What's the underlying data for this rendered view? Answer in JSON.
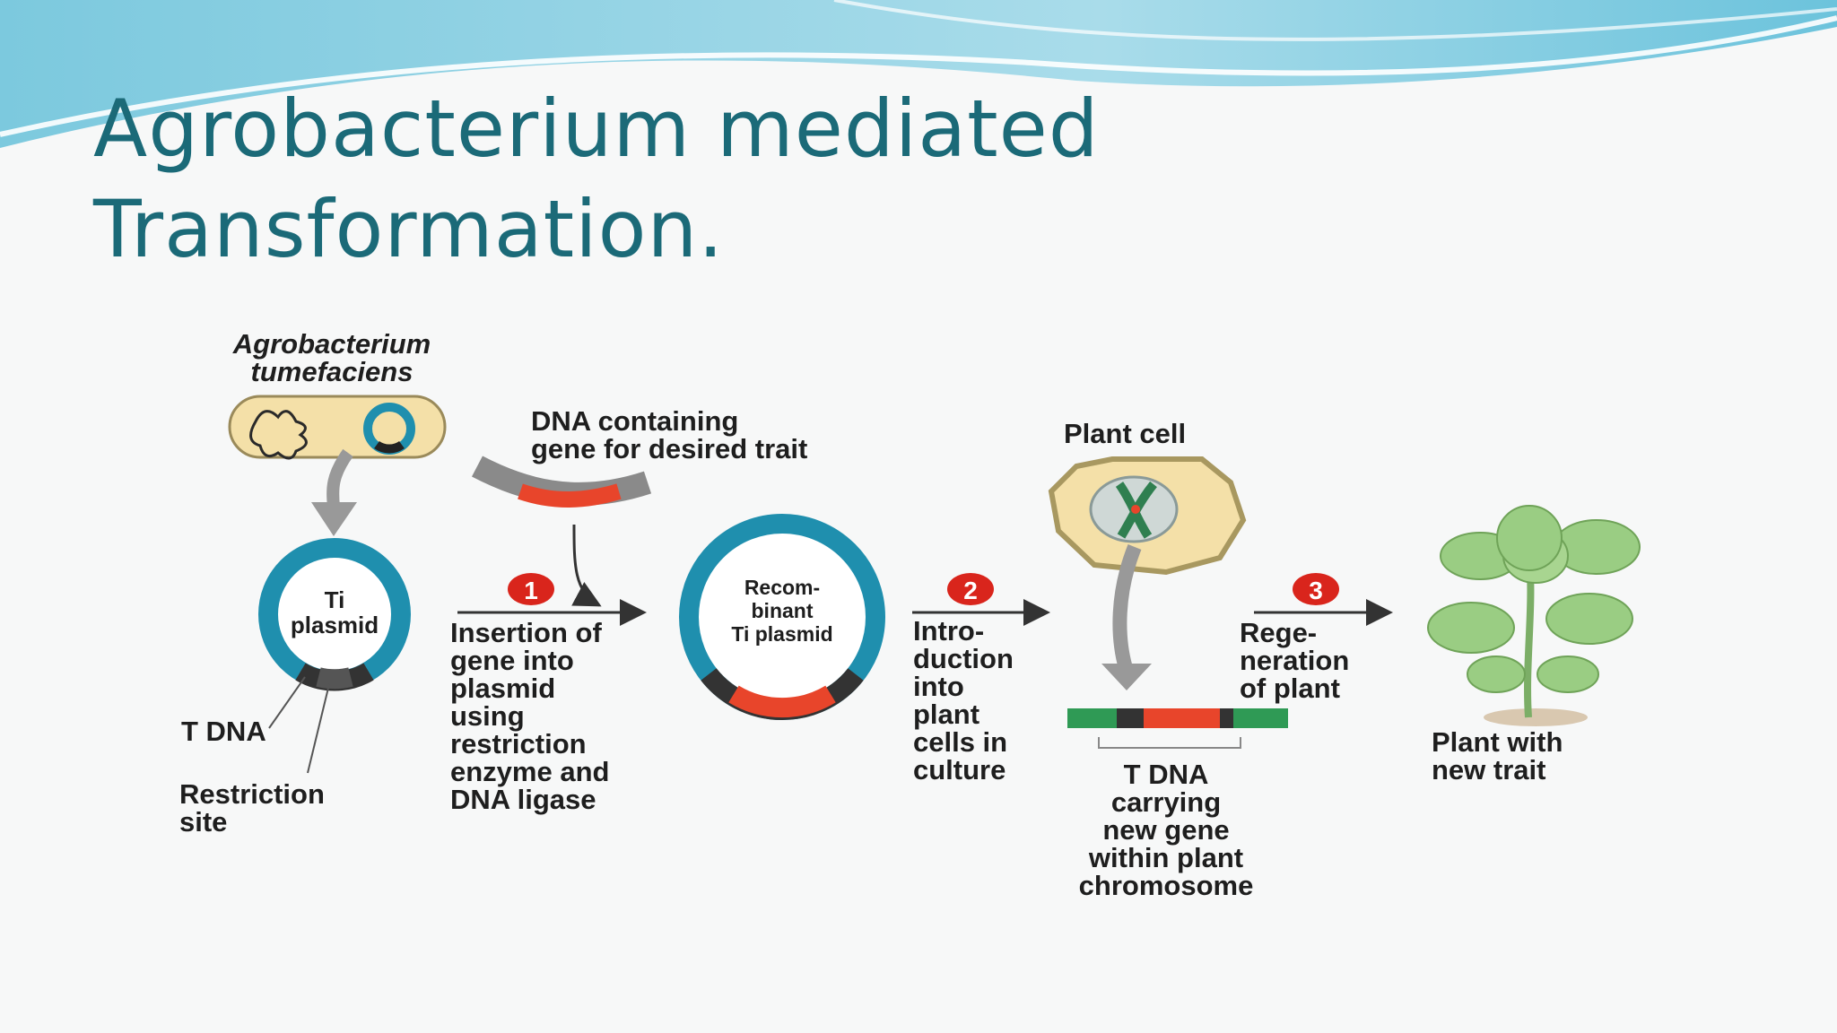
{
  "slide": {
    "title_line1": "Agrobacterium mediated",
    "title_line2": "Transformation."
  },
  "diagram": {
    "organism_label": "Agrobacterium\ntumefaciens",
    "dna_label": "DNA containing\ngene for desired trait",
    "ti_plasmid_label": "Ti\nplasmid",
    "t_dna_label": "T DNA",
    "restriction_site_label": "Restriction\nsite",
    "recombinant_label": "Recom-\nbinant\nTi plasmid",
    "plant_cell_label": "Plant cell",
    "steps": [
      {
        "number": "1",
        "text": "Insertion of\ngene into\nplasmid\nusing\nrestriction\nenzyme and\nDNA ligase"
      },
      {
        "number": "2",
        "text": "Intro-\nduction\ninto\nplant\ncells in\nculture"
      },
      {
        "number": "3",
        "text": "Rege-\nneration\nof plant"
      }
    ],
    "t_dna_result_label": "T DNA\ncarrying\nnew gene\nwithin plant\nchromosome",
    "plant_label": "Plant with\nnew trait",
    "colors": {
      "plasmid_ring": "#1f8fae",
      "gene_insert": "#e8452b",
      "step_badge": "#d9251c",
      "cell_fill": "#f4e0a8",
      "chromosome": "#2f7f50",
      "title": "#1b6a78",
      "plant": "#8fc27a"
    }
  }
}
